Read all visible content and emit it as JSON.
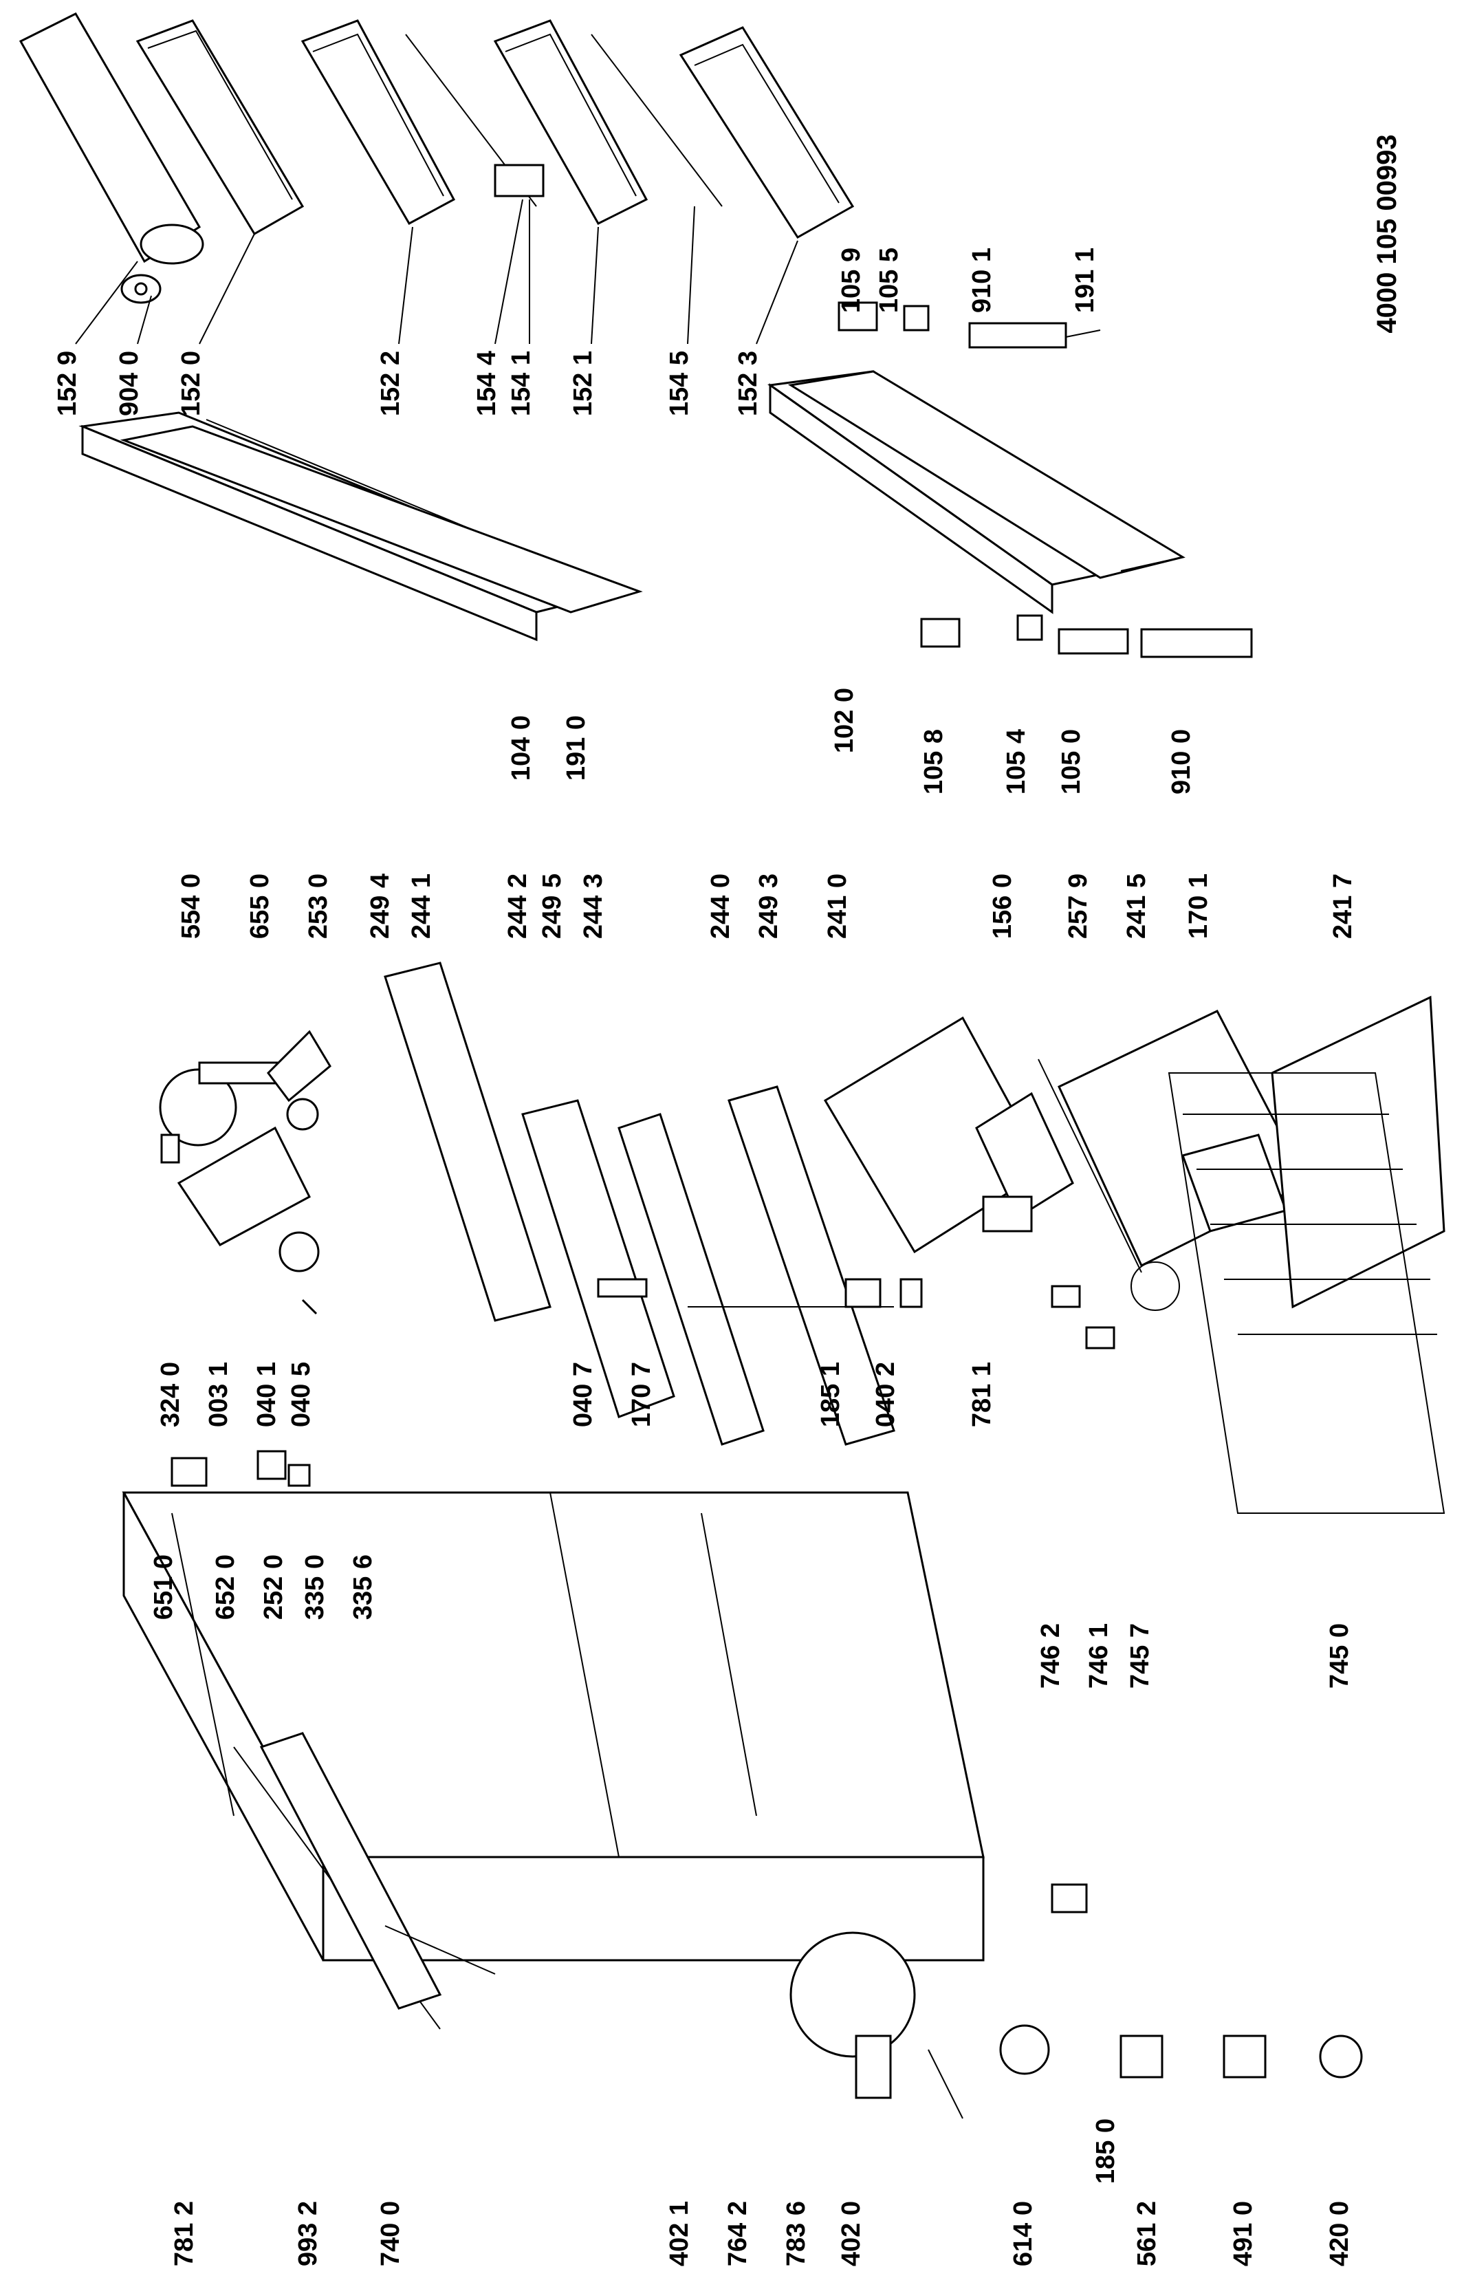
{
  "diagram": {
    "document_code": "4000 105 00993",
    "labels": [
      "152 9",
      "904 0",
      "152 0",
      "152 2",
      "154 4",
      "154 1",
      "152 1",
      "154 5",
      "152 3",
      "105 9",
      "105 5",
      "910 1",
      "191 1",
      "104 0",
      "191 0",
      "102 0",
      "105 8",
      "105 4",
      "105 0",
      "910 0",
      "554 0",
      "655 0",
      "253 0",
      "249 4",
      "244 1",
      "244 2",
      "249 5",
      "244 3",
      "244 0",
      "249 3",
      "241 0",
      "156 0",
      "257 9",
      "241 5",
      "170 1",
      "241 7",
      "324 0",
      "003 1",
      "040 1",
      "040 5",
      "651 0",
      "652 0",
      "252 0",
      "335 0",
      "335 6",
      "040 7",
      "170 7",
      "185 1",
      "040 2",
      "781 1",
      "746 2",
      "746 1",
      "745 7",
      "745 0",
      "185 0",
      "781 2",
      "993 2",
      "740 0",
      "402 1",
      "764 2",
      "783 6",
      "402 0",
      "614 0",
      "561 2",
      "491 0",
      "420 0"
    ]
  }
}
